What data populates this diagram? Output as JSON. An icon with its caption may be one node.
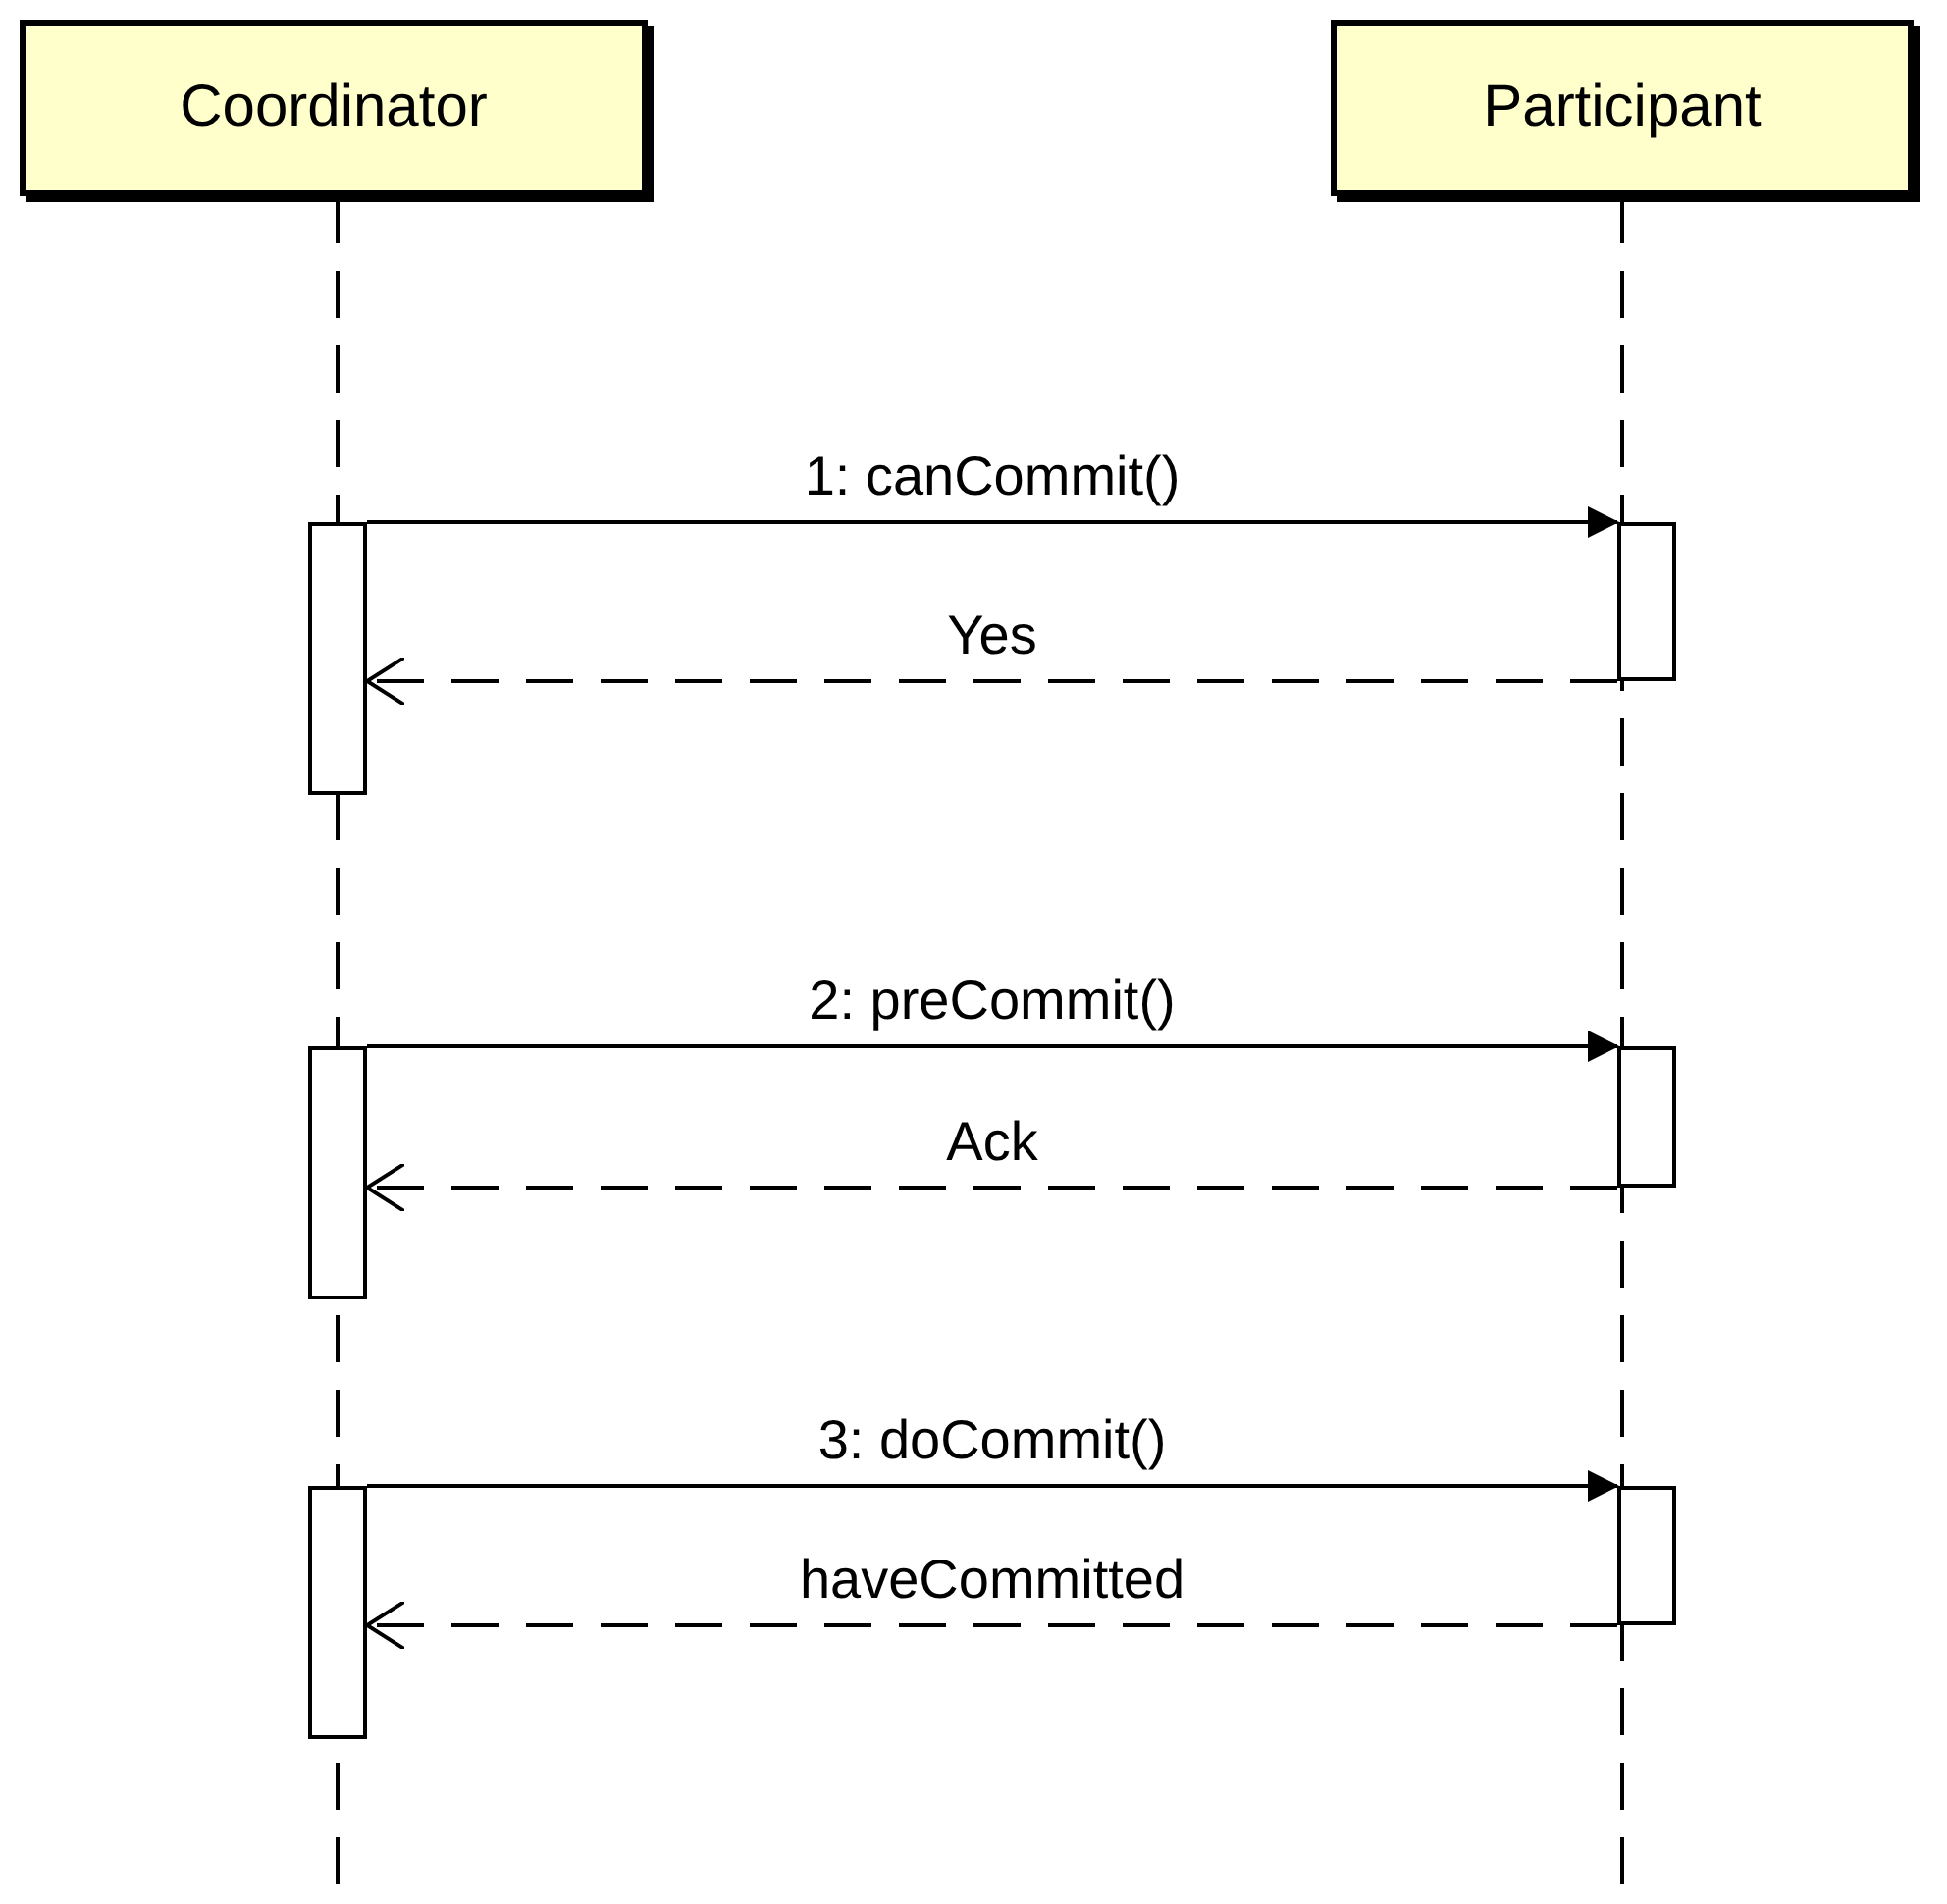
{
  "diagram": {
    "nodes": [
      {
        "text": [
          "Coordinator"
        ]
      },
      {
        "text": [
          "Participant"
        ]
      },
      {
        "text": [],
        "shape": "bar"
      },
      {
        "text": [],
        "shape": "bar"
      },
      {
        "text": [],
        "shape": "bar"
      },
      {
        "text": [],
        "shape": "bar"
      },
      {
        "text": [],
        "shape": "bar"
      },
      {
        "text": [],
        "shape": "bar"
      }
    ],
    "edges": [
      {
        "from": 2,
        "to": 3,
        "arrow": "to",
        "label": "1: canCommit()"
      },
      {
        "from": 3,
        "to": 2,
        "arrow": "to",
        "label": "Yes",
        "style": "dashed"
      },
      {
        "from": 4,
        "to": 5,
        "arrow": "to",
        "label": "2: preCommit()"
      },
      {
        "from": 5,
        "to": 4,
        "arrow": "to",
        "label": "Ack",
        "style": "dashed"
      },
      {
        "from": 6,
        "to": 7,
        "arrow": "to",
        "label": "3: doCommit()"
      },
      {
        "from": 7,
        "to": 6,
        "arrow": "to",
        "label": "haveCommitted",
        "style": "dashed"
      }
    ]
  }
}
